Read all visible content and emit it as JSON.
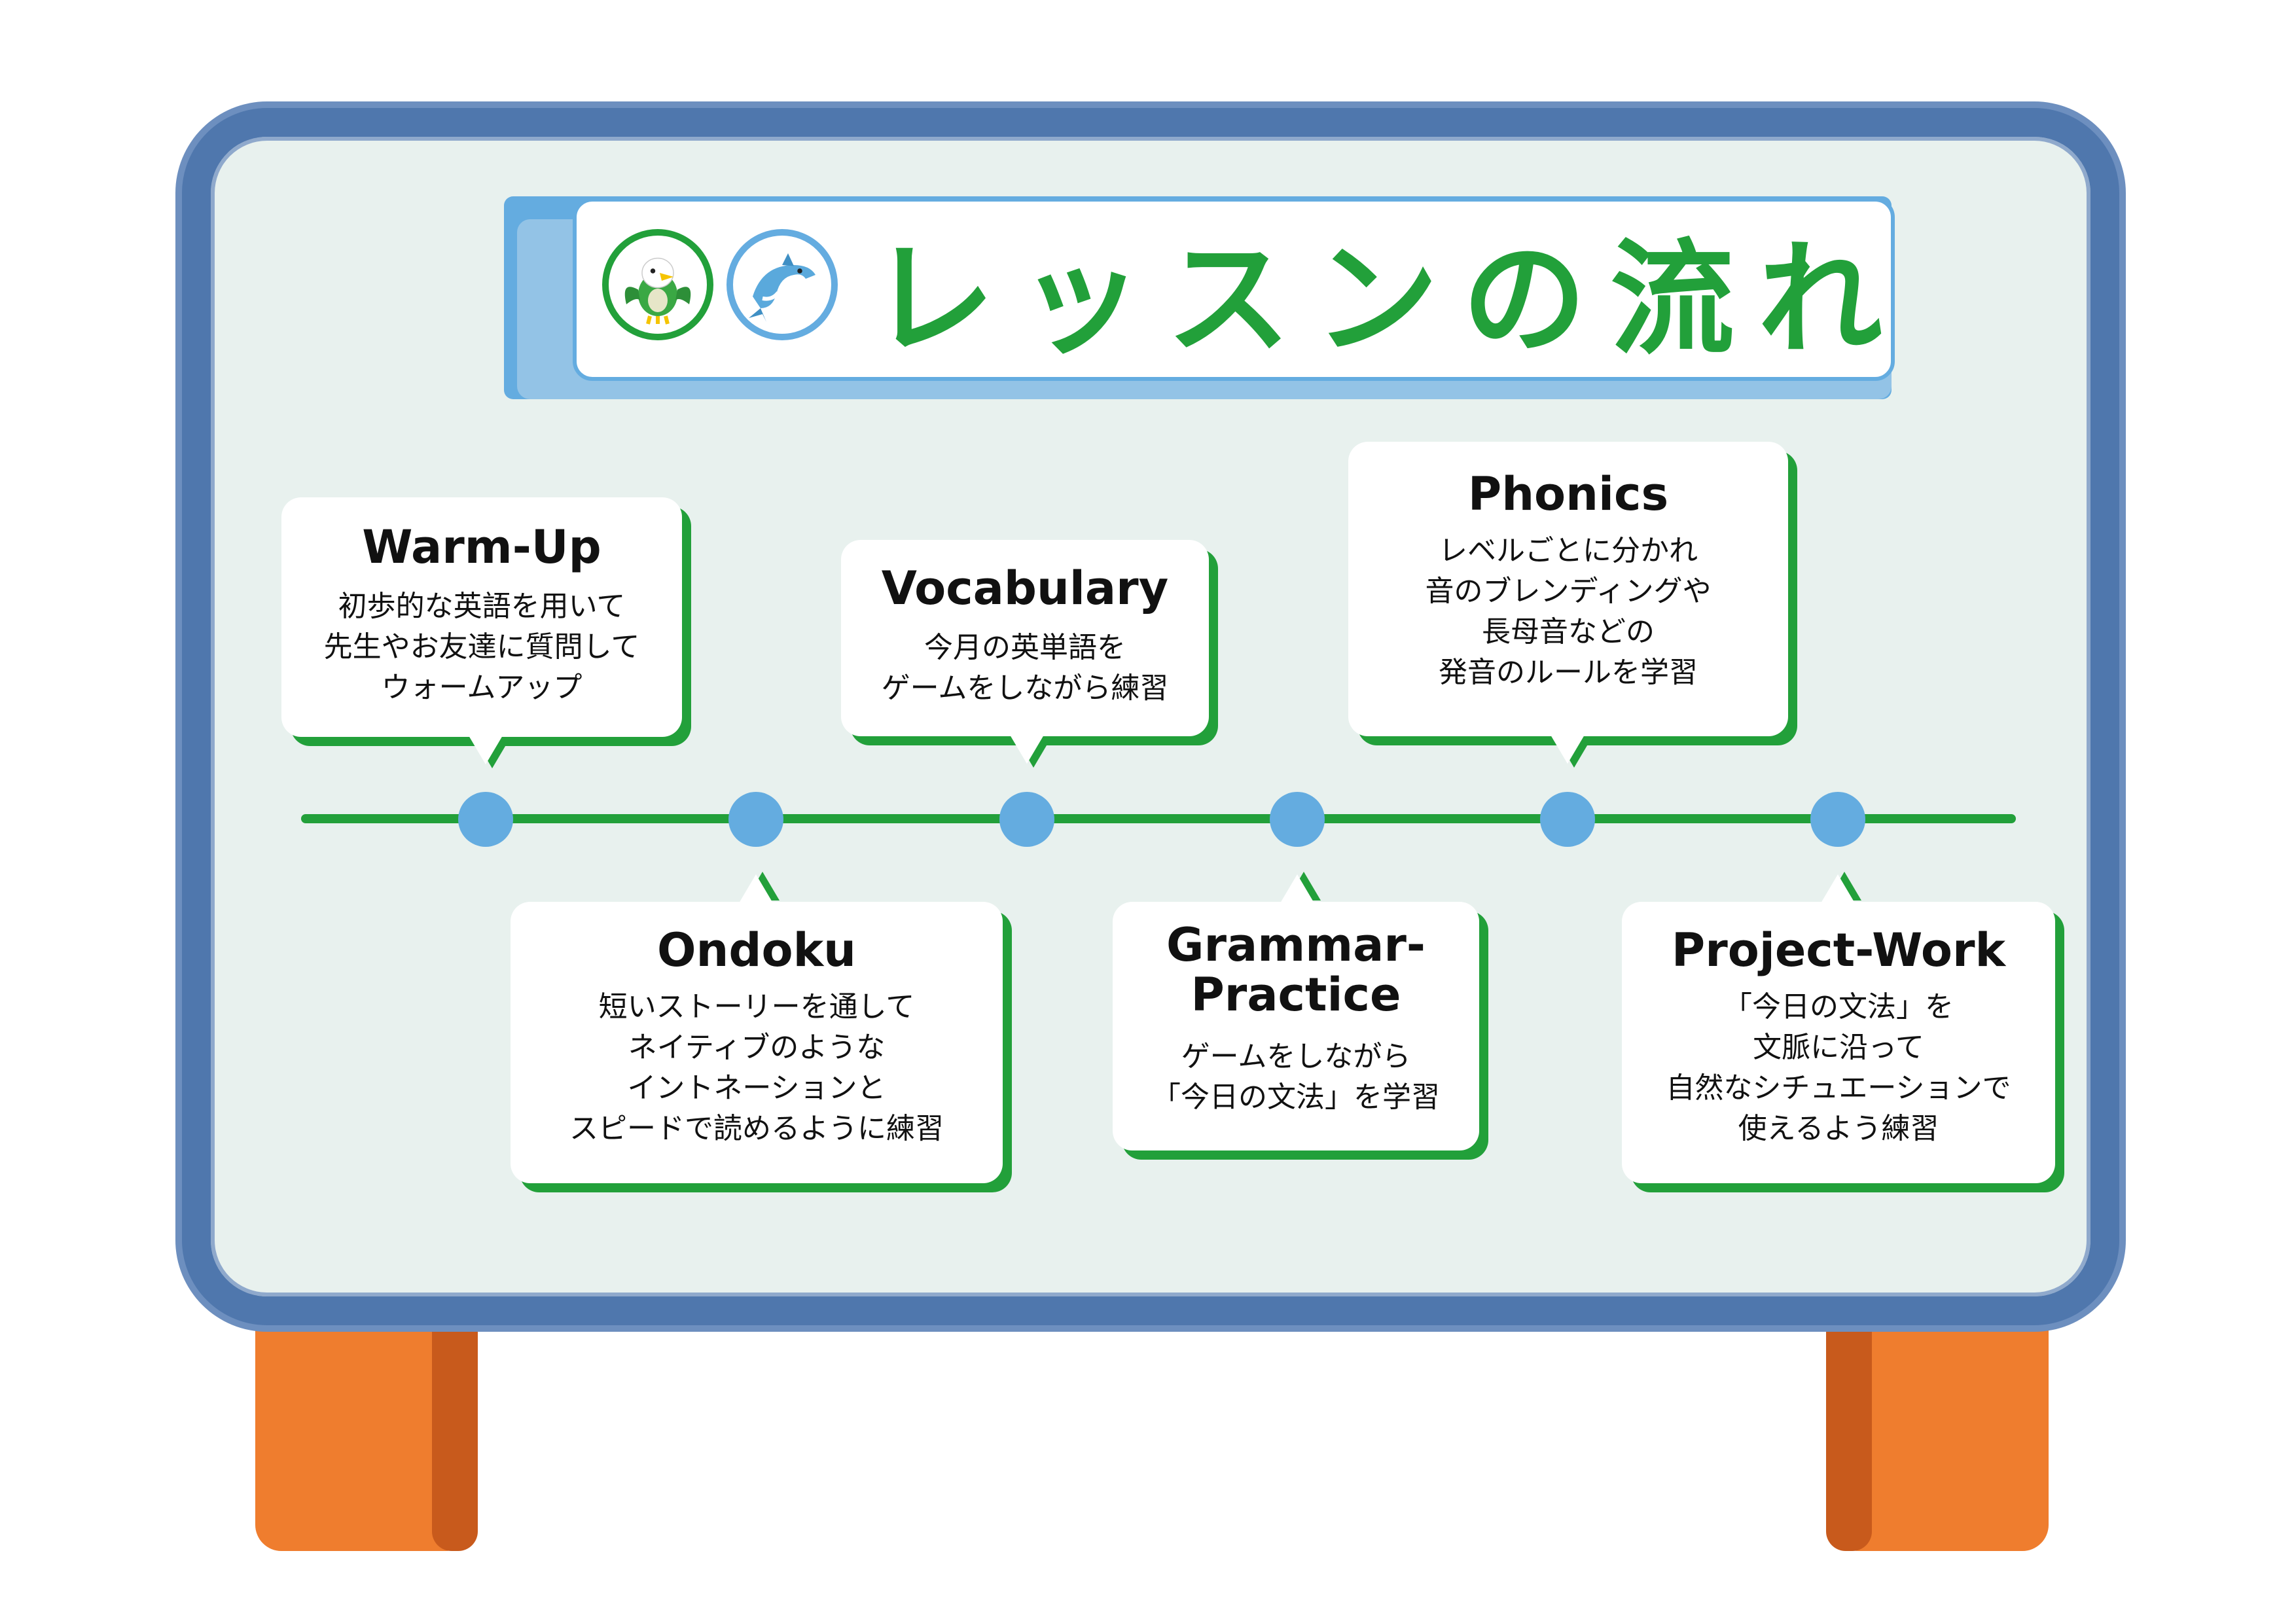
{
  "title": "レッスンの流れ",
  "colors": {
    "board_frame": "#4f77ad",
    "board_fill": "#e8f1ee",
    "accent_green": "#22a03a",
    "accent_blue": "#64ace0",
    "legs": "#ef7d2e"
  },
  "mascots": [
    {
      "icon": "eagle-mascot-icon"
    },
    {
      "icon": "dolphin-mascot-icon"
    }
  ],
  "steps": [
    {
      "title": "Warm-Up",
      "body": "初歩的な英語を用いて\n先生やお友達に質問して\nウォームアップ"
    },
    {
      "title": "Ondoku",
      "body": "短いストーリーを通して\nネイティブのような\nイントネーションと\nスピードで読めるように練習"
    },
    {
      "title": "Vocabulary",
      "body": "今月の英単語を\nゲームをしながら練習"
    },
    {
      "title": "Grammar-\nPractice",
      "body": "ゲームをしながら\n「今日の文法」を学習"
    },
    {
      "title": "Phonics",
      "body": "レベルごとに分かれ\n音のブレンディングや\n長母音などの\n発音のルールを学習"
    },
    {
      "title": "Project-Work",
      "body": "「今日の文法」を\n文脈に沿って\n自然なシチュエーションで\n使えるよう練習"
    }
  ]
}
